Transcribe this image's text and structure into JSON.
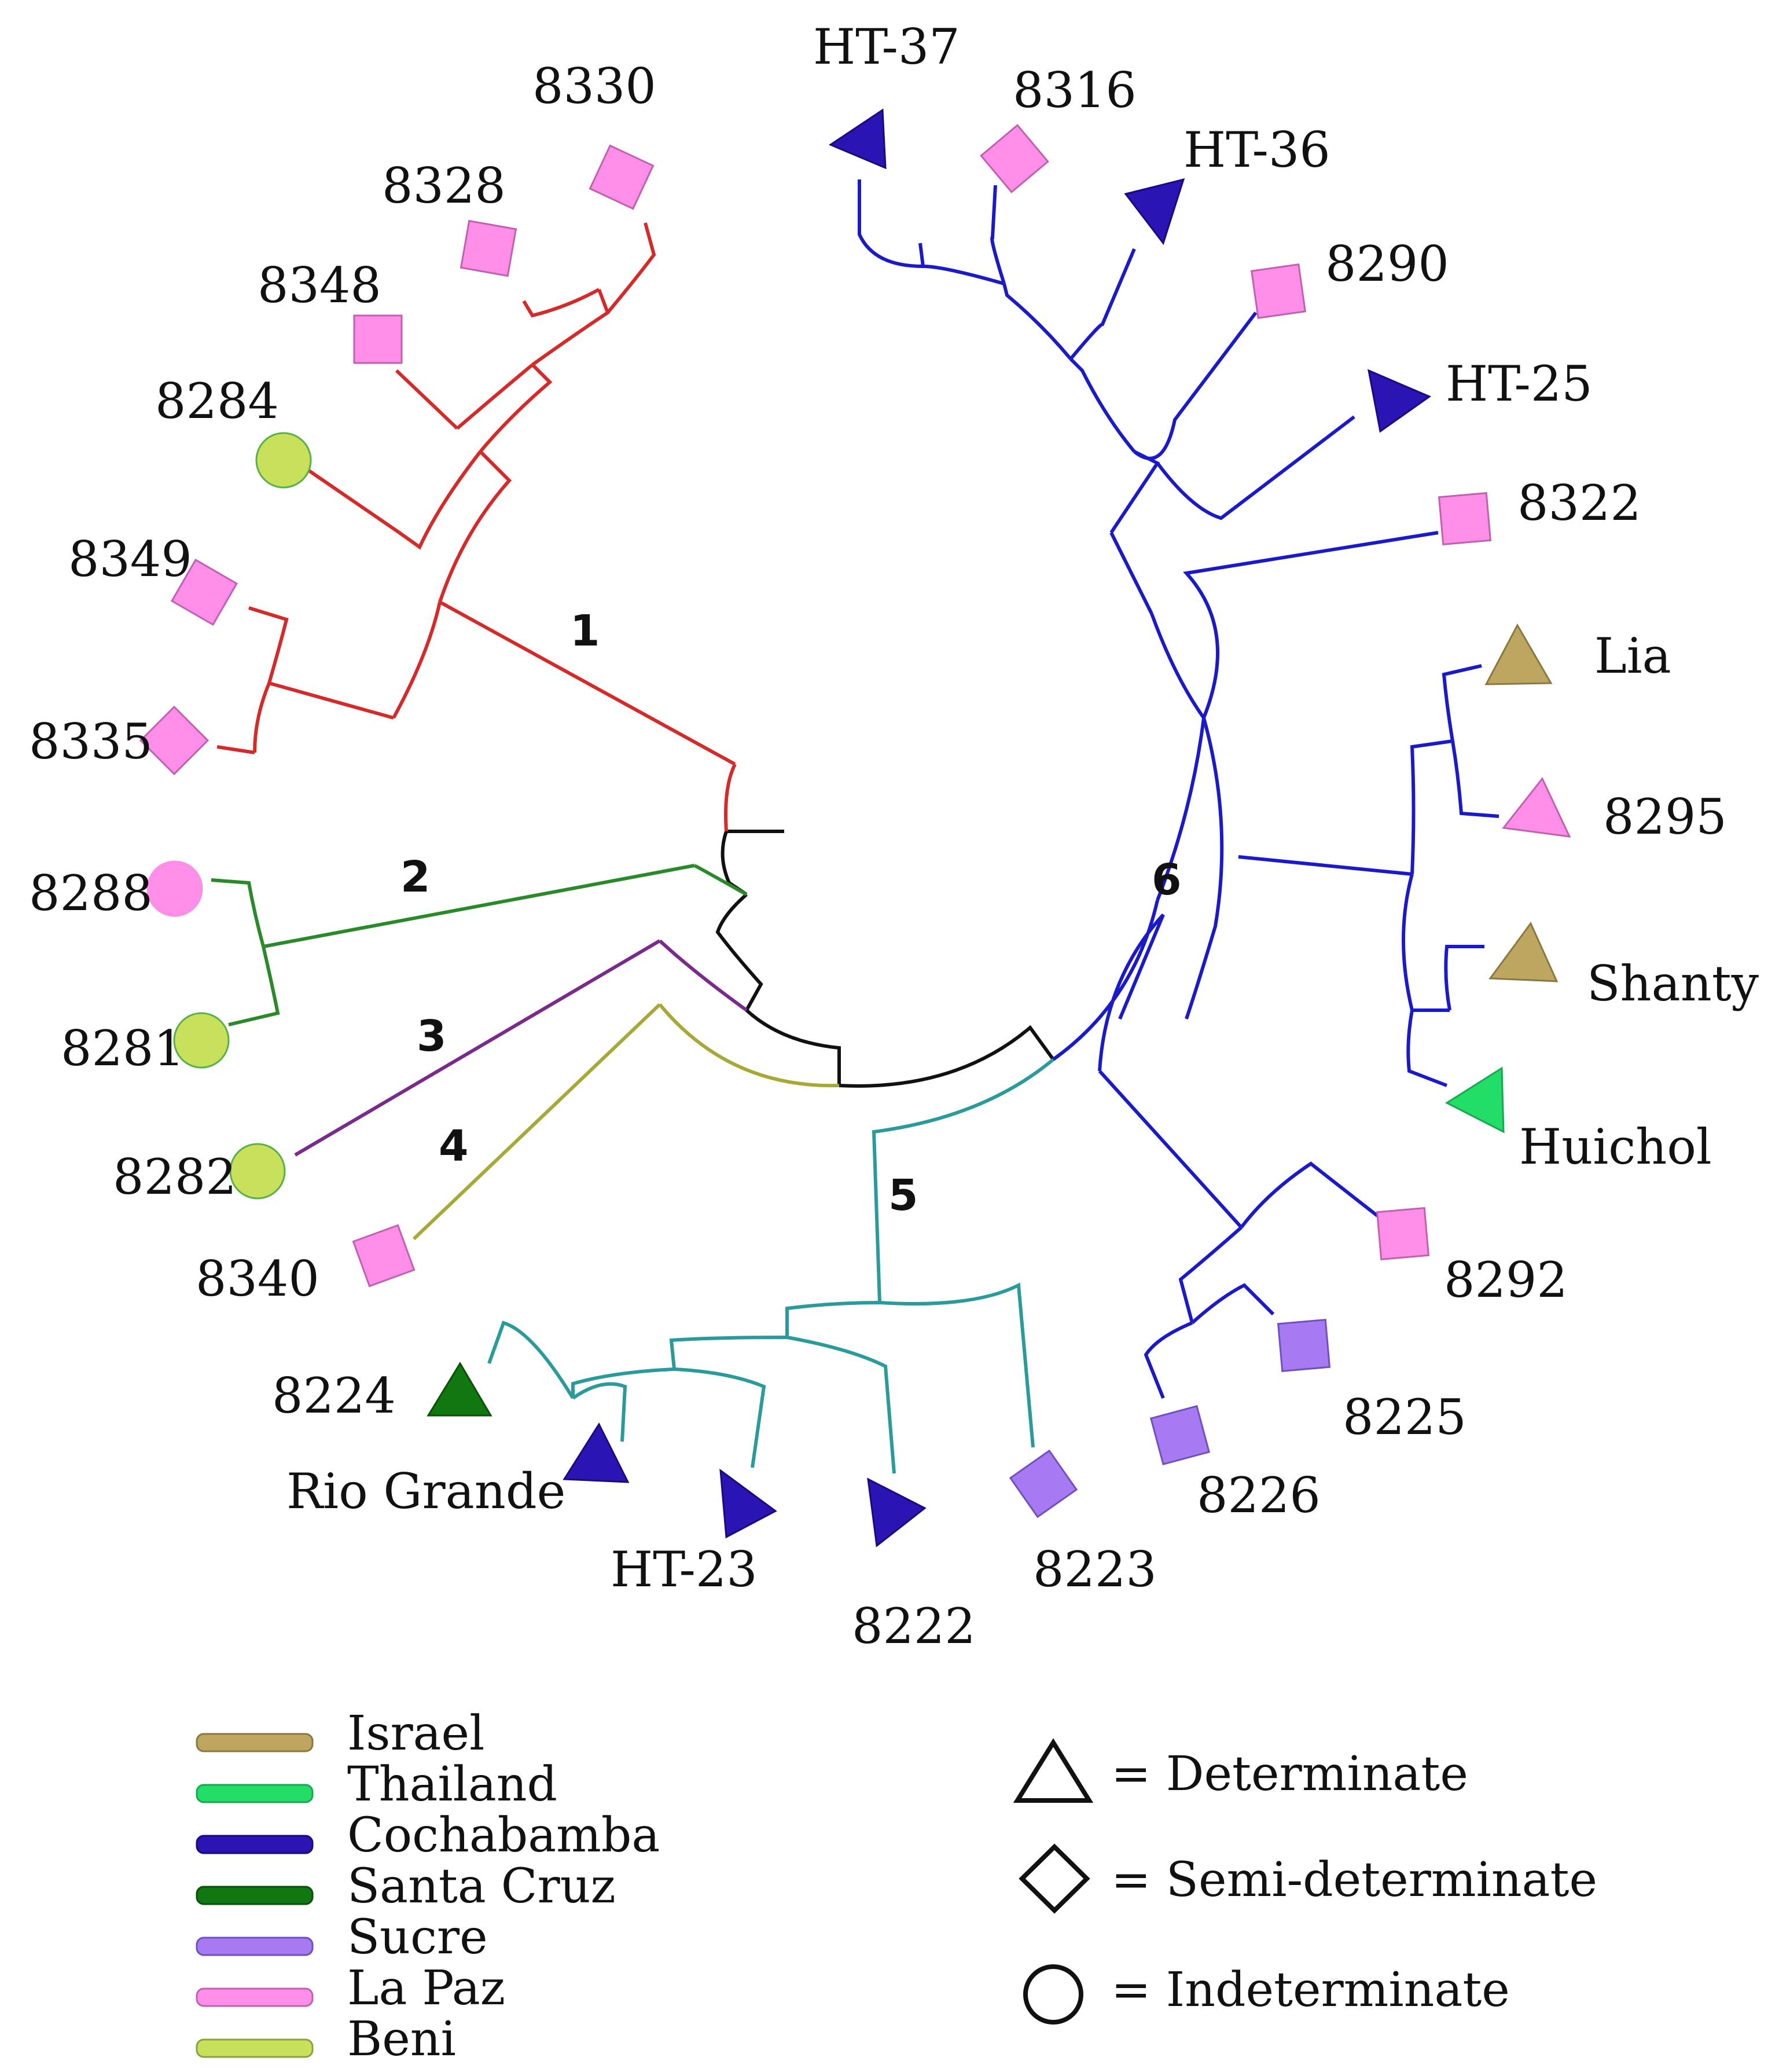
{
  "colors": {
    "clade1": "#d42a2a",
    "clade2": "#2a8a2a",
    "clade3": "#7a2a8a",
    "clade4": "#a8a838",
    "clade5": "#2a9a9a",
    "clade6": "#1a1ac8",
    "root": "#111111"
  },
  "clades": [
    {
      "id": "1",
      "label": "1",
      "color": "#d42a2a"
    },
    {
      "id": "2",
      "label": "2",
      "color": "#2a8a2a"
    },
    {
      "id": "3",
      "label": "3",
      "color": "#7a2a8a"
    },
    {
      "id": "4",
      "label": "4",
      "color": "#a8a838"
    },
    {
      "id": "5",
      "label": "5",
      "color": "#2a9a9a"
    },
    {
      "id": "6",
      "label": "6",
      "color": "#1a1ac8"
    }
  ],
  "leaves": [
    {
      "label": "8330",
      "shape": "diamond",
      "fill": "#ff8ee8",
      "clade": "1"
    },
    {
      "label": "8328",
      "shape": "diamond",
      "fill": "#ff8ee8",
      "clade": "1"
    },
    {
      "label": "8348",
      "shape": "diamond",
      "fill": "#ff8ee8",
      "clade": "1"
    },
    {
      "label": "8284",
      "shape": "circle",
      "fill": "#c8e05a",
      "clade": "1"
    },
    {
      "label": "8349",
      "shape": "diamond",
      "fill": "#ff8ee8",
      "clade": "1"
    },
    {
      "label": "8335",
      "shape": "diamond",
      "fill": "#ff8ee8",
      "clade": "1"
    },
    {
      "label": "8288",
      "shape": "circle",
      "fill": "#ff8ee8",
      "clade": "2"
    },
    {
      "label": "8281",
      "shape": "circle",
      "fill": "#c8e05a",
      "clade": "2"
    },
    {
      "label": "8282",
      "shape": "circle",
      "fill": "#c8e05a",
      "clade": "3"
    },
    {
      "label": "8340",
      "shape": "diamond",
      "fill": "#ff8ee8",
      "clade": "4"
    },
    {
      "label": "8224",
      "shape": "triangle",
      "fill": "#117711",
      "clade": "5"
    },
    {
      "label": "Rio Grande",
      "shape": "triangle",
      "fill": "#2a14b4",
      "clade": "5"
    },
    {
      "label": "HT-23",
      "shape": "triangle",
      "fill": "#2a14b4",
      "clade": "5"
    },
    {
      "label": "8222",
      "shape": "triangle",
      "fill": "#2a14b4",
      "clade": "5"
    },
    {
      "label": "8223",
      "shape": "diamond",
      "fill": "#a77af2",
      "clade": "5"
    },
    {
      "label": "8226",
      "shape": "diamond",
      "fill": "#a77af2",
      "clade": "6"
    },
    {
      "label": "8225",
      "shape": "diamond",
      "fill": "#a77af2",
      "clade": "6"
    },
    {
      "label": "8292",
      "shape": "diamond",
      "fill": "#ff8ee8",
      "clade": "6"
    },
    {
      "label": "Huichol",
      "shape": "triangle",
      "fill": "#22dd66",
      "clade": "6"
    },
    {
      "label": "Shanty",
      "shape": "triangle",
      "fill": "#bda660",
      "clade": "6"
    },
    {
      "label": "8295",
      "shape": "triangle",
      "fill": "#ff8ee8",
      "clade": "6"
    },
    {
      "label": "Lia",
      "shape": "triangle",
      "fill": "#bda660",
      "clade": "6"
    },
    {
      "label": "8322",
      "shape": "diamond",
      "fill": "#ff8ee8",
      "clade": "6"
    },
    {
      "label": "HT-25",
      "shape": "triangle",
      "fill": "#2a14b4",
      "clade": "6"
    },
    {
      "label": "8290",
      "shape": "diamond",
      "fill": "#ff8ee8",
      "clade": "6"
    },
    {
      "label": "HT-36",
      "shape": "triangle",
      "fill": "#2a14b4",
      "clade": "6"
    },
    {
      "label": "8316",
      "shape": "diamond",
      "fill": "#ff8ee8",
      "clade": "6"
    },
    {
      "label": "HT-37",
      "shape": "triangle",
      "fill": "#2a14b4",
      "clade": "6"
    }
  ],
  "legend_colors": [
    {
      "label": "Israel",
      "color": "#bda660"
    },
    {
      "label": "Thailand",
      "color": "#22dd66"
    },
    {
      "label": "Cochabamba",
      "color": "#2a14b4"
    },
    {
      "label": "Santa Cruz",
      "color": "#117711"
    },
    {
      "label": "Sucre",
      "color": "#a77af2"
    },
    {
      "label": "La Paz",
      "color": "#ff8ee8"
    },
    {
      "label": "Beni",
      "color": "#c8e05a"
    }
  ],
  "legend_shapes": [
    {
      "shape": "triangle",
      "label": "= Determinate"
    },
    {
      "shape": "diamond",
      "label": "= Semi-determinate"
    },
    {
      "shape": "circle",
      "label": "= Indeterminate"
    }
  ]
}
